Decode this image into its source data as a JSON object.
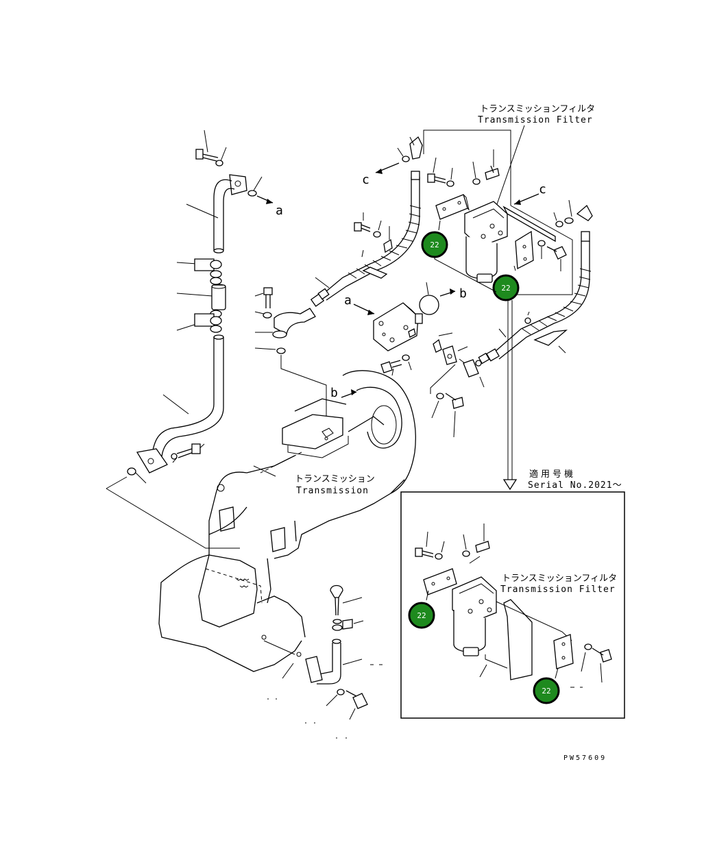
{
  "labels": {
    "filter_jp": "トランスミッションフィルタ",
    "filter_en": "Transmission Filter",
    "transmission_jp": "トランスミッション",
    "transmission_en": "Transmission",
    "serial_jp": "適用号機",
    "serial_en": "Serial No.2021～",
    "inset_filter_jp": "トランスミッションフィルタ",
    "inset_filter_en": "Transmission Filter",
    "drawing_code": "PW57609"
  },
  "callouts": {
    "a": "a",
    "b": "b",
    "c": "c"
  },
  "badges": {
    "badge_1": "22",
    "badge_2": "22",
    "badge_3": "22",
    "badge_4": "22"
  },
  "colors": {
    "badge_fill": "#1e8a1e",
    "line": "#000000"
  }
}
